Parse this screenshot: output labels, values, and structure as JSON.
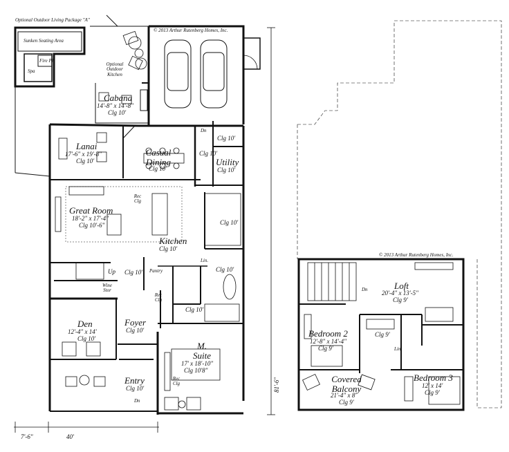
{
  "copyright_main": "© 2013 Arthur Rutenberg Homes, Inc.",
  "copyright_upper": "© 2013 Arthur Rutenberg Homes, Inc.",
  "outdoor_package": "Optional Outdoor Living Package \"A\"",
  "sunken_seating": "Sunken Seating Area",
  "fire_pit": "Fire Pit",
  "spa": "Spa",
  "optional_kitchen": "Optional Outdoor Kitchen",
  "rooms": {
    "cabana": {
      "name": "Cabana",
      "dims": "14'-8\" x 14'-8\"",
      "clg": "Clg 10'"
    },
    "lanai": {
      "name": "Lanai",
      "dims": "17'-6\" x 19'-8\"",
      "clg": "Clg 10'"
    },
    "casual_dining": {
      "name": "Casual Dining",
      "clg": "Clg 10'"
    },
    "great_room": {
      "name": "Great Room",
      "dims": "18'-2\" x 17'-4\"",
      "clg": "Clg 10'-6\""
    },
    "kitchen": {
      "name": "Kitchen",
      "clg": "Clg 10'"
    },
    "utility": {
      "name": "Utility",
      "clg": "Clg 10'"
    },
    "den": {
      "name": "Den",
      "dims": "12'-4\" x 14'",
      "clg": "Clg 10'"
    },
    "foyer": {
      "name": "Foyer",
      "clg": "Clg 10'"
    },
    "entry": {
      "name": "Entry",
      "clg": "Clg 10'"
    },
    "m_suite": {
      "name": "M. Suite",
      "dims": "17' x 18'-10\"",
      "clg": "Clg 10'8\""
    },
    "loft": {
      "name": "Loft",
      "dims": "20'-4\" x 13'-5\"",
      "clg": "Clg 9'"
    },
    "bedroom2": {
      "name": "Bedroom 2",
      "dims": "12'-8\" x 14'-4\"",
      "clg": "Clg 9'"
    },
    "bedroom3": {
      "name": "Bedroom 3",
      "dims": "12' x 14'",
      "clg": "Clg 9'"
    },
    "balcony": {
      "name": "Covered Balcony",
      "dims": "21'-4\" x 8'",
      "clg": "Clg 9'"
    }
  },
  "misc": {
    "rec_clg": "Rec Clg",
    "pantry": "Pantry",
    "wine_stor": "Wine Stor",
    "up": "Up",
    "dn": "Dn",
    "lin": "Lin.",
    "clg10": "Clg 10'",
    "clg9": "Clg 9'",
    "lin2": "Lin"
  },
  "dimensions": {
    "depth": "81'-6\"",
    "offset": "7'-6\"",
    "width": "40'"
  }
}
